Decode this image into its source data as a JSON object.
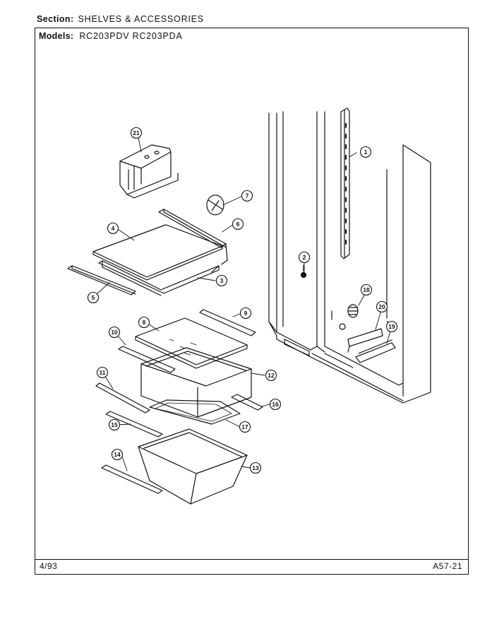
{
  "header": {
    "section_label": "Section:",
    "section_value": "SHELVES & ACCESSORIES"
  },
  "models": {
    "label": "Models:",
    "value": "RC203PDV   RC203PDA"
  },
  "footer": {
    "date": "4/93",
    "code": "A57-21"
  },
  "parts": [
    {
      "id": "p1",
      "num": "1"
    },
    {
      "id": "p2",
      "num": "2"
    },
    {
      "id": "p3",
      "num": "3"
    },
    {
      "id": "p4",
      "num": "4"
    },
    {
      "id": "p5",
      "num": "5"
    },
    {
      "id": "p6",
      "num": "6"
    },
    {
      "id": "p7",
      "num": "7"
    },
    {
      "id": "p8",
      "num": "8"
    },
    {
      "id": "p9",
      "num": "9"
    },
    {
      "id": "p10",
      "num": "10"
    },
    {
      "id": "p11",
      "num": "11"
    },
    {
      "id": "p12",
      "num": "12"
    },
    {
      "id": "p13",
      "num": "13"
    },
    {
      "id": "p14",
      "num": "14"
    },
    {
      "id": "p15",
      "num": "15"
    },
    {
      "id": "p16",
      "num": "16"
    },
    {
      "id": "p17",
      "num": "17"
    },
    {
      "id": "p18",
      "num": "18"
    },
    {
      "id": "p19",
      "num": "19"
    },
    {
      "id": "p20",
      "num": "20"
    },
    {
      "id": "p21",
      "num": "21"
    }
  ]
}
